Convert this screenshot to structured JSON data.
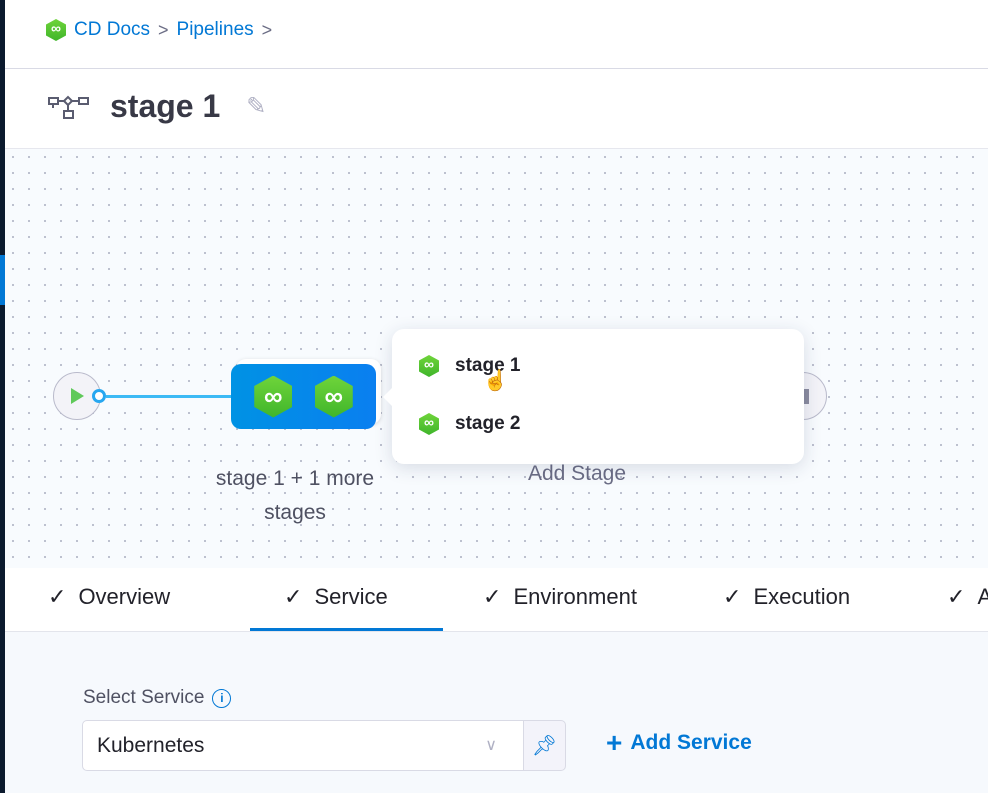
{
  "breadcrumb": {
    "items": [
      "CD Docs",
      "Pipelines"
    ],
    "separator": ">"
  },
  "header": {
    "title": "stage 1"
  },
  "canvas": {
    "stage_group_label": "stage 1 + 1 more stages",
    "add_stage_label": "Add Stage",
    "popover_items": [
      {
        "label": "stage 1"
      },
      {
        "label": "stage 2"
      }
    ]
  },
  "tabs": [
    {
      "label": "Overview",
      "done": true
    },
    {
      "label": "Service",
      "done": true,
      "active": true
    },
    {
      "label": "Environment",
      "done": true
    },
    {
      "label": "Execution",
      "done": true
    },
    {
      "label": "Advanced",
      "done": true
    }
  ],
  "tab_check": "✓",
  "form": {
    "select_service_label": "Select Service",
    "service_value": "Kubernetes",
    "add_service_label": "Add Service"
  },
  "colors": {
    "accent": "#0278d5",
    "stage_icon": "#4cc22f",
    "nav_bg": "#0b1a2e"
  }
}
